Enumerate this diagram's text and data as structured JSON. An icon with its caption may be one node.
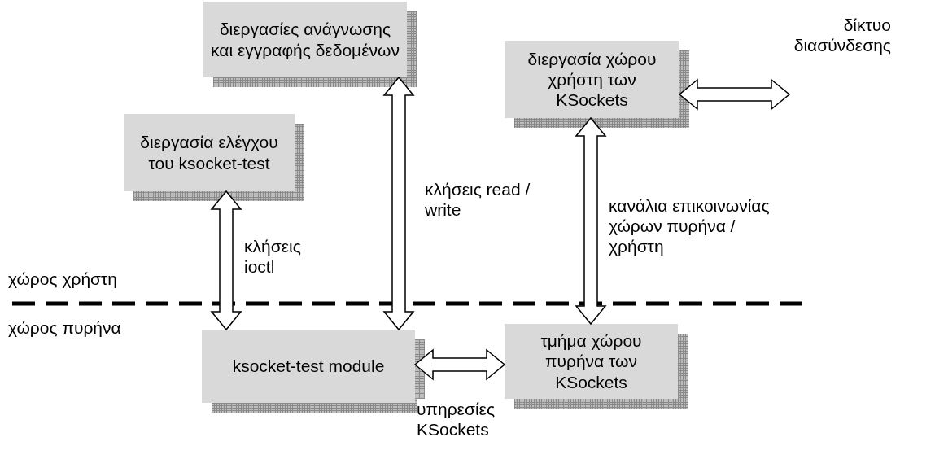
{
  "diagram": {
    "nodes": [
      {
        "text": [
          "διεργασίες ανάγνωσης και εγγραφής δεδομένων"
        ]
      },
      {
        "text": [
          "διεργασία χώρου χρήστη των KSockets"
        ]
      },
      {
        "text": [
          "διεργασία ελέγχου του ksocket-test"
        ]
      },
      {
        "text": [
          "ksocket-test module"
        ]
      },
      {
        "text": [
          "τμήμα χώρου πυρήνα των KSockets"
        ]
      }
    ],
    "edges": [
      {
        "from": 2,
        "to": 3,
        "arrow": "both",
        "label": "κλήσεις ioctl"
      },
      {
        "from": 0,
        "to": 3,
        "arrow": "both",
        "label": "κλήσεις read / write"
      },
      {
        "from": 1,
        "to": 4,
        "arrow": "both",
        "label": "κανάλια επικοινωνίας χώρων πυρήνα / χρήστη"
      },
      {
        "from": 3,
        "to": 4,
        "arrow": "both",
        "label": "υπηρεσίες KSockets"
      },
      {
        "from": 1,
        "to": null,
        "arrow": "both",
        "label": "δίκτυο διασύνδεσης"
      }
    ],
    "labels": [
      "χώρος χρήστη",
      "χώρος πυρήνα"
    ]
  }
}
